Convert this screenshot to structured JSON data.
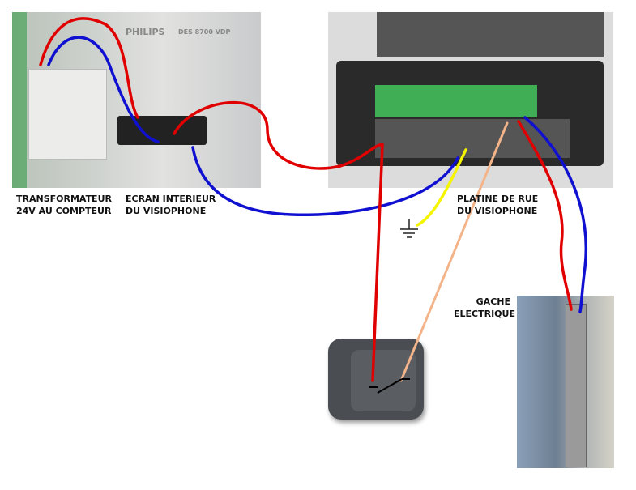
{
  "labels": {
    "transformer": [
      "TRANSFORMATEUR",
      "24V AU COMPTEUR"
    ],
    "screen": [
      "ECRAN INTERIEUR",
      "DU VISIOPHONE"
    ],
    "street_panel": [
      "PLATINE DE RUE",
      "DU VISIOPHONE"
    ],
    "strike": [
      "GACHE",
      "ELECTRIQUE"
    ]
  },
  "photo_text": {
    "brand": "PHILIPS",
    "model": "DES 8700 VDP"
  },
  "wire_colors": {
    "red": "#e00000",
    "blue": "#1010d0",
    "yellow": "#f5f500",
    "peach": "#f4b48a"
  }
}
